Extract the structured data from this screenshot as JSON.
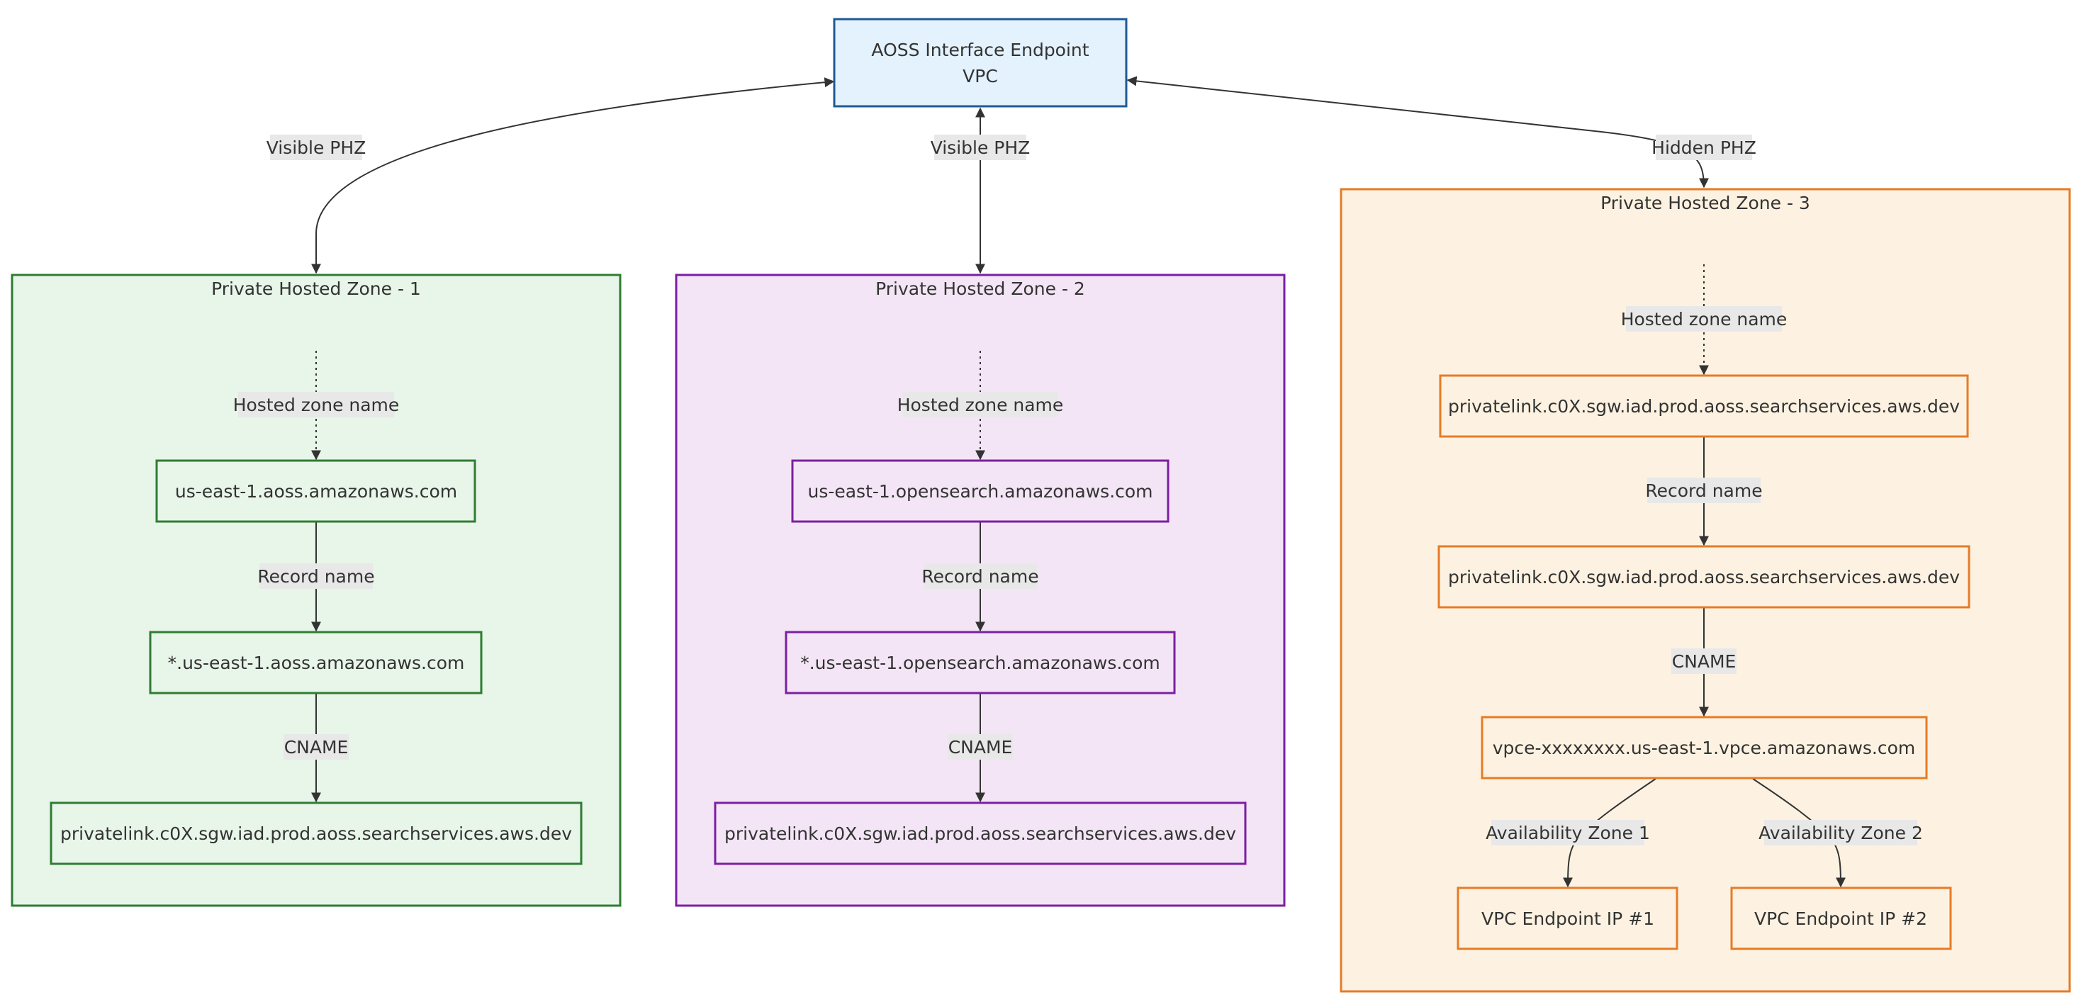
{
  "endpoint": {
    "line1": "AOSS Interface Endpoint",
    "line2": "VPC"
  },
  "colors": {
    "endpoint_fill": "#e3f2fd",
    "endpoint_stroke": "#1e5a96",
    "zone1_fill": "#e8f5e9",
    "zone1_stroke": "#2e7d32",
    "zone2_fill": "#f3e5f5",
    "zone2_stroke": "#7b1fa2",
    "zone3_fill": "#fdf2e1",
    "zone3_stroke": "#e67b26",
    "label_bg": "#e8e8e8",
    "line": "#333333"
  },
  "zones": [
    {
      "title": "Private Hosted Zone - 1",
      "link_label": "Visible PHZ",
      "hosted_zone_label": "Hosted zone name",
      "hosted_zone": "us-east-1.aoss.amazonaws.com",
      "record_label": "Record name",
      "record": "*.us-east-1.aoss.amazonaws.com",
      "cname_label": "CNAME",
      "cname": "privatelink.c0X.sgw.iad.prod.aoss.searchservices.aws.dev"
    },
    {
      "title": "Private Hosted Zone - 2",
      "link_label": "Visible PHZ",
      "hosted_zone_label": "Hosted zone name",
      "hosted_zone": "us-east-1.opensearch.amazonaws.com",
      "record_label": "Record name",
      "record": "*.us-east-1.opensearch.amazonaws.com",
      "cname_label": "CNAME",
      "cname": "privatelink.c0X.sgw.iad.prod.aoss.searchservices.aws.dev"
    },
    {
      "title": "Private Hosted Zone - 3",
      "link_label": "Hidden PHZ",
      "hosted_zone_label": "Hosted zone name",
      "hosted_zone": "privatelink.c0X.sgw.iad.prod.aoss.searchservices.aws.dev",
      "record_label": "Record name",
      "record": "privatelink.c0X.sgw.iad.prod.aoss.searchservices.aws.dev",
      "cname_label": "CNAME",
      "cname": "vpce-xxxxxxxx.us-east-1.vpce.amazonaws.com",
      "az1_label": "Availability Zone 1",
      "az2_label": "Availability Zone 2",
      "ip1": "VPC Endpoint IP #1",
      "ip2": "VPC Endpoint IP #2"
    }
  ]
}
